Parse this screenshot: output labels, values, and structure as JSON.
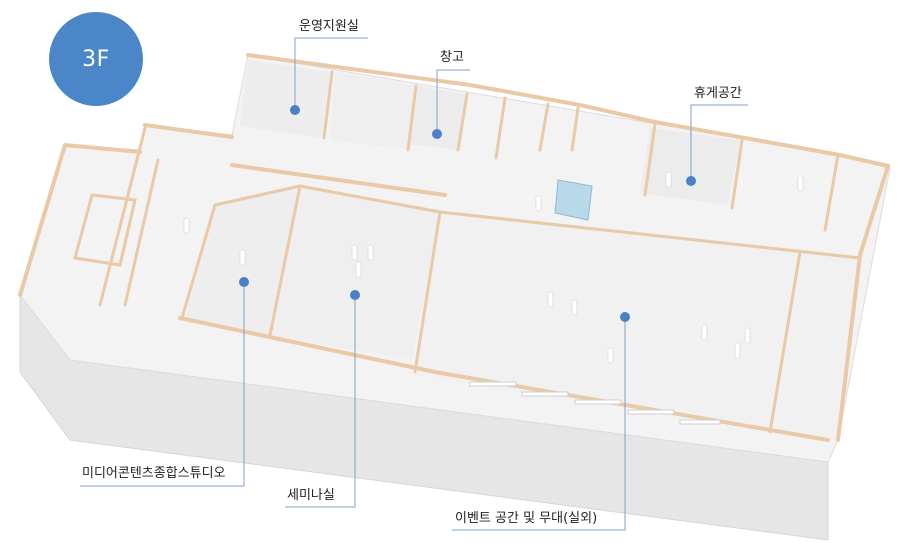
{
  "floor": {
    "label": "3F",
    "badge_color": "#4a86c8"
  },
  "colors": {
    "wall_top": "#e9c9a6",
    "floor": "#f2f2f2",
    "wall_face": "#fdfdfd",
    "base_side": "#e6e6e6",
    "marker": "#4a80c5",
    "leader": "#7ea2cf"
  },
  "rooms": [
    {
      "id": "operations-support-room",
      "label": "운영지원실"
    },
    {
      "id": "storage",
      "label": "창고"
    },
    {
      "id": "lounge",
      "label": "휴게공간"
    },
    {
      "id": "media-content-studio",
      "label": "미디어콘텐츠종합스튜디오"
    },
    {
      "id": "seminar-room",
      "label": "세미나실"
    },
    {
      "id": "event-space-stage",
      "label": "이벤트 공간 및 무대(실외)"
    }
  ]
}
